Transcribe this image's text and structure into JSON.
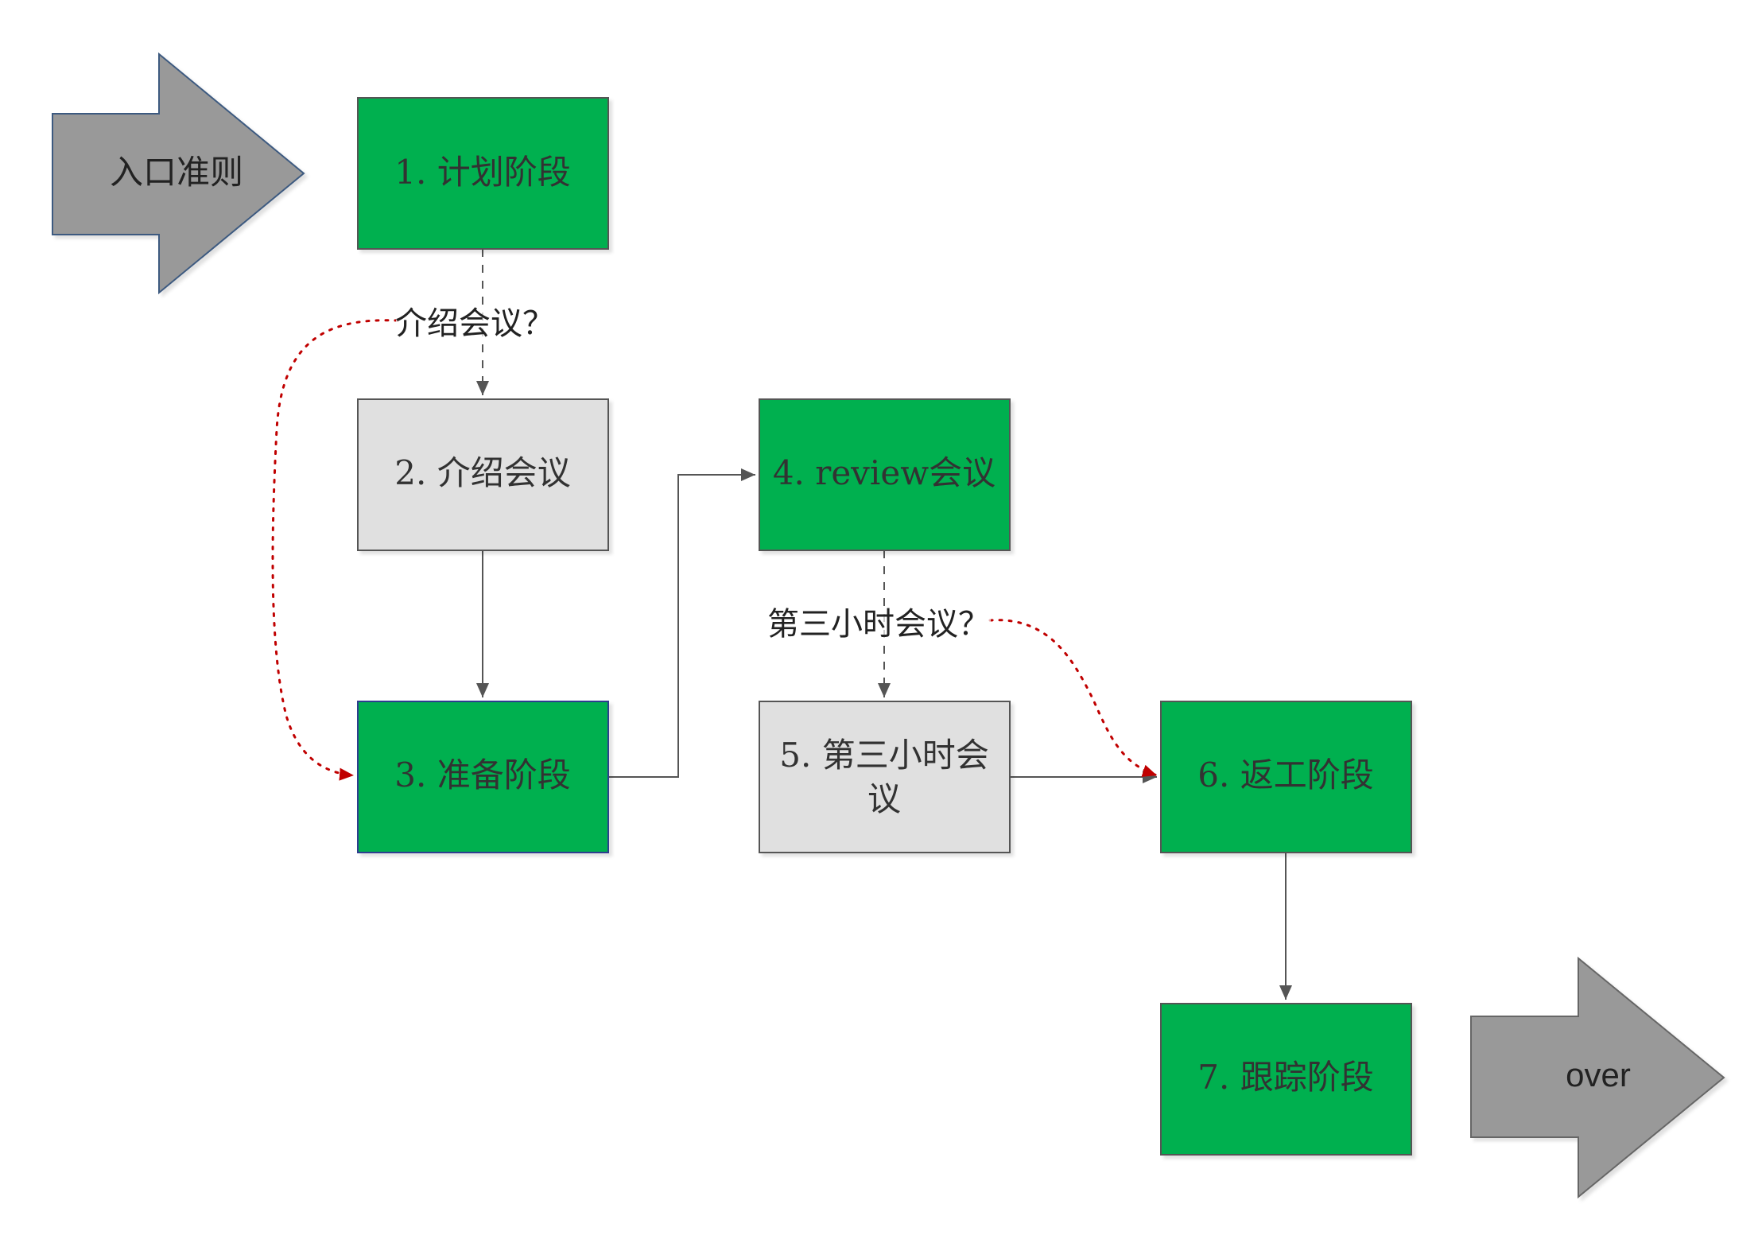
{
  "colors": {
    "green": "#00b050",
    "gray_box": "#e0e0e0",
    "gray_arrow": "#999999",
    "stroke": "#555555",
    "arrow_border": "#3d5a80",
    "optional_flow": "#c00000"
  },
  "entry_arrow": {
    "label": "入口准则"
  },
  "exit_arrow": {
    "label": "over"
  },
  "steps": {
    "s1": {
      "label": "1. 计划阶段",
      "style": "green"
    },
    "s2": {
      "label": "2. 介绍会议",
      "style": "gray"
    },
    "s3": {
      "label": "3. 准备阶段",
      "style": "green"
    },
    "s4": {
      "label": "4. review会议",
      "style": "green"
    },
    "s5": {
      "line1": "5. 第三小时会",
      "line2": "议",
      "style": "gray"
    },
    "s6": {
      "label": "6. 返工阶段",
      "style": "green"
    },
    "s7": {
      "label": "7. 跟踪阶段",
      "style": "green"
    }
  },
  "connector_labels": {
    "optional_intro": "介绍会议？",
    "optional_third_hour": "第三小时会议？"
  }
}
